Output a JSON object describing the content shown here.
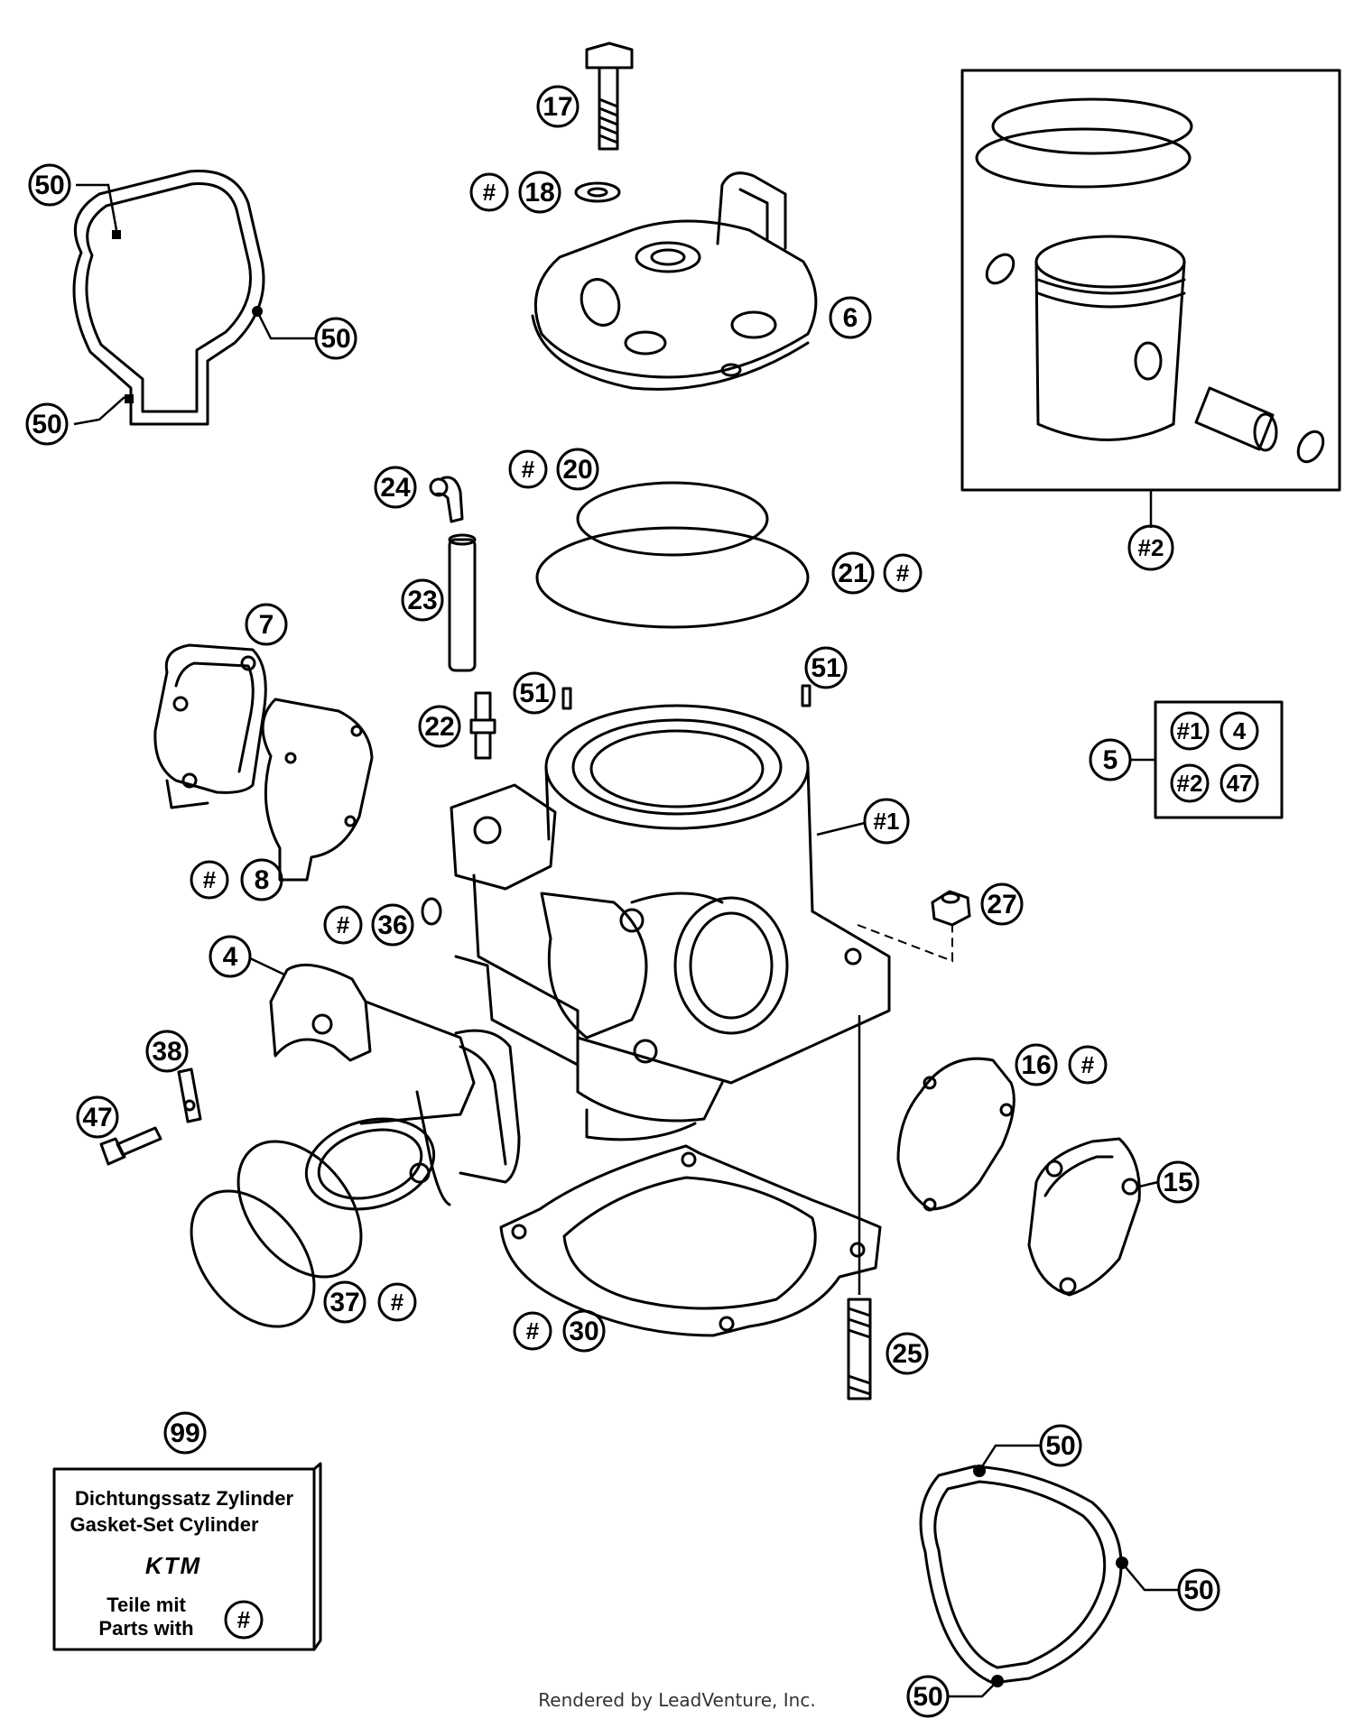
{
  "callouts": {
    "c17": "17",
    "c18_hash": "#",
    "c18": "18",
    "c6": "6",
    "c50_tl1": "50",
    "c50_tl2": "50",
    "c50_tl3": "50",
    "c24": "24",
    "c20_hash": "#",
    "c20": "20",
    "c21": "21",
    "c21_hash": "#",
    "c23": "23",
    "c7": "7",
    "c22": "22",
    "c51_a": "51",
    "c51_b": "51",
    "c8_hash": "#",
    "c8": "8",
    "c36_hash": "#",
    "c36": "36",
    "c1": "#1",
    "c27": "27",
    "c4": "4",
    "c38": "38",
    "c47": "47",
    "c16": "16",
    "c16_hash": "#",
    "c15": "15",
    "c37": "37",
    "c37_hash": "#",
    "c30_hash": "#",
    "c30": "30",
    "c25": "25",
    "c99": "99",
    "c50_br1": "50",
    "c50_br2": "50",
    "c50_br3": "50",
    "c2": "#2",
    "c5": "5"
  },
  "kit5": {
    "item_a": "#1",
    "item_b": "4",
    "item_c": "#2",
    "item_d": "47"
  },
  "gasket_set_card": {
    "line1": "Dichtungssatz Zylinder",
    "line2": "Gasket-Set Cylinder",
    "brand": "KTM",
    "line3": "Teile mit",
    "line4": "Parts with",
    "symbol": "#"
  },
  "footer": {
    "credit": "Rendered by LeadVenture, Inc."
  }
}
